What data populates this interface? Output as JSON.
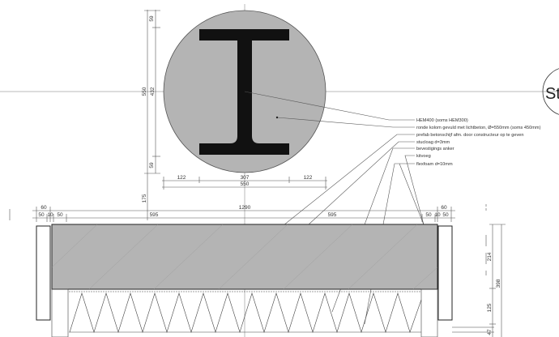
{
  "section_marker": "St",
  "column_dims": {
    "total_height": "550",
    "inner_height": "432",
    "top_offset": "59",
    "bottom_offset": "59",
    "gap_below": "175",
    "left_flange": "122",
    "web": "307",
    "right_flange": "122",
    "total_width": "550"
  },
  "labels": [
    "HEM400 (soms HEM300)",
    "ronde kolom gevuld met lichtbeton, Ø=550mm (soms 450mm)",
    "prefab betonschijf afm. door constructeur op te geven",
    "stucloag d=3mm",
    "bevestigings anker",
    "kitvoeg",
    "flexfoam d=10mm"
  ],
  "beam_dims": {
    "total": "1290",
    "left_60": "60",
    "right_60": "60",
    "left_parts": [
      "50",
      "10",
      "50"
    ],
    "right_parts": [
      "50",
      "10",
      "50"
    ],
    "left_595": "595",
    "right_595": "595"
  },
  "side_dims": {
    "upper": "214",
    "lower": "125",
    "total": "398",
    "bottom": "47"
  },
  "colors": {
    "fill": "#b4b4b4",
    "line": "#222222"
  }
}
